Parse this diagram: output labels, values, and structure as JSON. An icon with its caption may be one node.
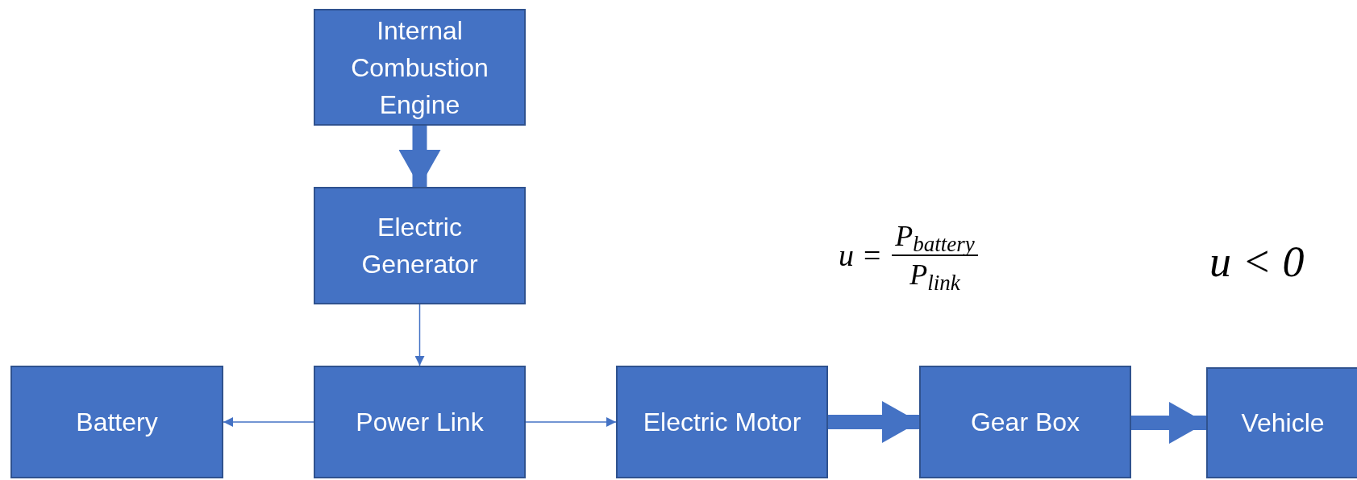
{
  "diagram": {
    "nodes": [
      {
        "text": [
          "Internal Combustion Engine"
        ]
      },
      {
        "text": [
          "Electric Generator"
        ]
      },
      {
        "text": [
          "Battery"
        ]
      },
      {
        "text": [
          "Power Link"
        ]
      },
      {
        "text": [
          "Electric Motor"
        ]
      },
      {
        "text": [
          "Gear Box"
        ]
      },
      {
        "text": [
          "Vehicle"
        ]
      }
    ],
    "edges": [
      {
        "from": 0,
        "to": 1,
        "arrow": "to",
        "style": "thick"
      },
      {
        "from": 1,
        "to": 3,
        "arrow": "to"
      },
      {
        "from": 3,
        "to": 2,
        "arrow": "to"
      },
      {
        "from": 3,
        "to": 4,
        "arrow": "to"
      },
      {
        "from": 4,
        "to": 5,
        "arrow": "to",
        "style": "thick"
      },
      {
        "from": 5,
        "to": 6,
        "arrow": "to",
        "style": "thick"
      }
    ],
    "labels": [
      "u =",
      "P$_{battery}$",
      "P$_{link}$",
      "u < 0"
    ]
  }
}
